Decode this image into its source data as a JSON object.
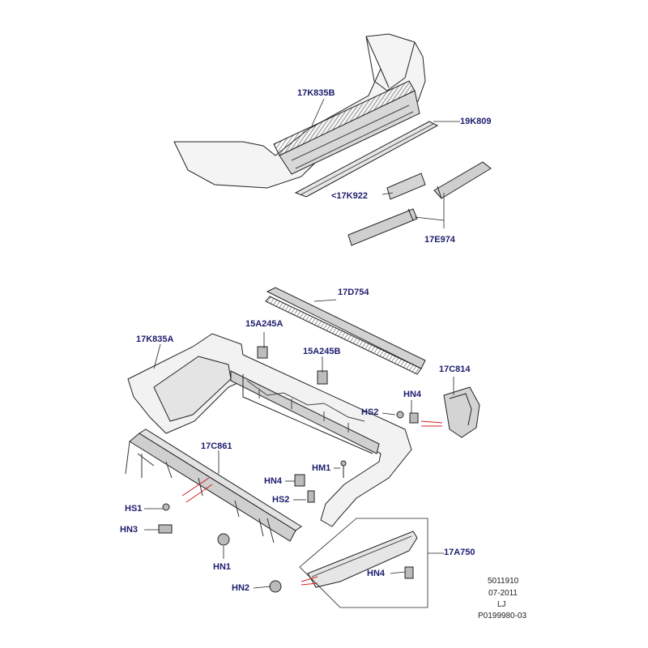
{
  "colors": {
    "label": "#1c1c6e",
    "outline": "#222222",
    "shade": "#cfcfcf",
    "dark_shade": "#8a8a8a",
    "callout_red": "#d62020"
  },
  "labels": {
    "k835b": "17K835B",
    "k809": "19K809",
    "k922": "<17K922",
    "e974": "17E974",
    "d754": "17D754",
    "a245a": "15A245A",
    "k835a": "17K835A",
    "a245b": "15A245B",
    "c814": "17C814",
    "hn4_right": "HN4",
    "hs2_right": "HS2",
    "c861": "17C861",
    "hm1": "HM1",
    "hn4_mid": "HN4",
    "hs2_mid": "HS2",
    "hs1": "HS1",
    "hn3": "HN3",
    "hn1": "HN1",
    "hn2": "HN2",
    "a750": "17A750",
    "hn4_bottom": "HN4"
  },
  "footer": {
    "ref": "5011910",
    "date": "07-2011",
    "code": "LJ",
    "doc": "P0199980-03"
  }
}
